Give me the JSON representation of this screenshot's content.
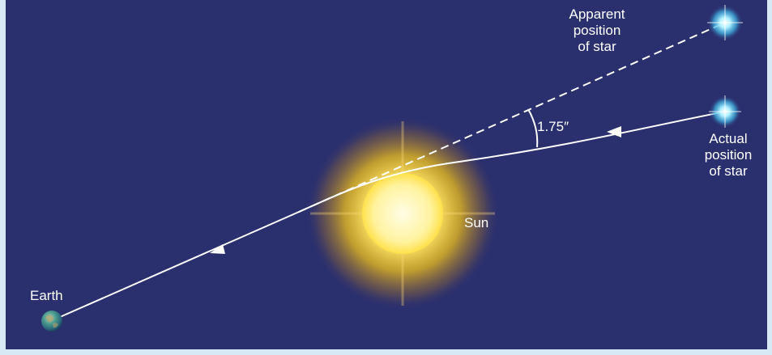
{
  "labels": {
    "apparent_line1": "Apparent",
    "apparent_line2": "position",
    "apparent_line3": "of star",
    "actual_line1": "Actual",
    "actual_line2": "position",
    "actual_line3": "of star",
    "angle": "1.75″",
    "sun": "Sun",
    "earth": "Earth"
  },
  "colors": {
    "background": "#2a2f6e",
    "frame": "#d6e9f5",
    "sun_core": "#fff7a8",
    "sun_glow": "#f2c21a",
    "star": "#7fe3ff",
    "earth": "#3f8f9a",
    "light_path": "#ffffff"
  }
}
